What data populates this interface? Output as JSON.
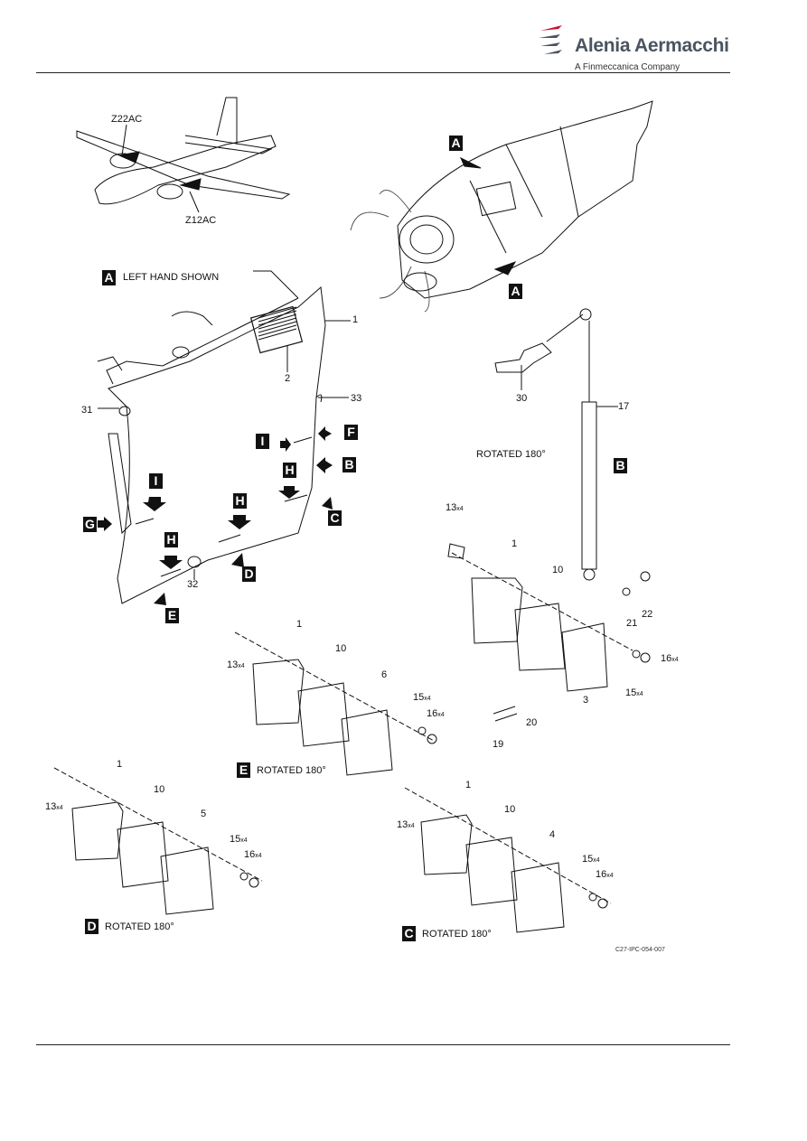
{
  "header": {
    "company": "Alenia Aermacchi",
    "tagline": "A Finmeccanica Company"
  },
  "locator": {
    "upper": "Z22AC",
    "lower": "Z12AC"
  },
  "views": {
    "main": "LEFT HAND SHOWN",
    "b": "ROTATED 180°",
    "c": "ROTATED 180°",
    "d": "ROTATED 180°",
    "e": "ROTATED 180°"
  },
  "letters": {
    "A": "A",
    "B": "B",
    "C": "C",
    "D": "D",
    "E": "E",
    "F": "F",
    "G": "G",
    "H": "H",
    "I": "I"
  },
  "items": {
    "n1": "1",
    "n2": "2",
    "n3": "3",
    "n4": "4",
    "n5": "5",
    "n6": "6",
    "n10": "10",
    "n13": "13",
    "n15": "15",
    "n16": "16",
    "n17": "17",
    "n19": "19",
    "n20": "20",
    "n21": "21",
    "n22": "22",
    "n30": "30",
    "n31": "31",
    "n32": "32",
    "n33": "33"
  },
  "qty": {
    "x4": "x4"
  },
  "figure_code": "C27-IPC-054-007"
}
